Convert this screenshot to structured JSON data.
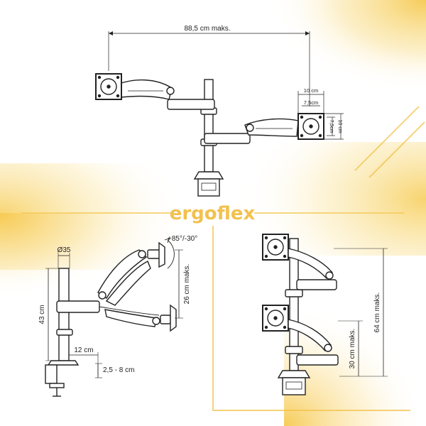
{
  "brand": {
    "name": "ergoflex",
    "color": "#f2c14e"
  },
  "colors": {
    "line": "#222222",
    "glow": "#f7d26a"
  },
  "top_panel": {
    "max_reach": "88,5 cm maks.",
    "vesa_outer": "10 cm",
    "vesa_inner": "7,5cm",
    "vesa_inner_v": "7,5cm",
    "vesa_outer_v": "10 cm"
  },
  "side_panel": {
    "pole_diameter": "Ø35",
    "tilt_range": "+85°/-30°",
    "pole_height": "43 cm",
    "arm_height": "26 cm maks.",
    "clamp_offset": "12 cm",
    "desk_thickness": "2,5 - 8 cm"
  },
  "stack_panel": {
    "total_height": "64 cm maks.",
    "lower_height": "30 cm maks."
  }
}
